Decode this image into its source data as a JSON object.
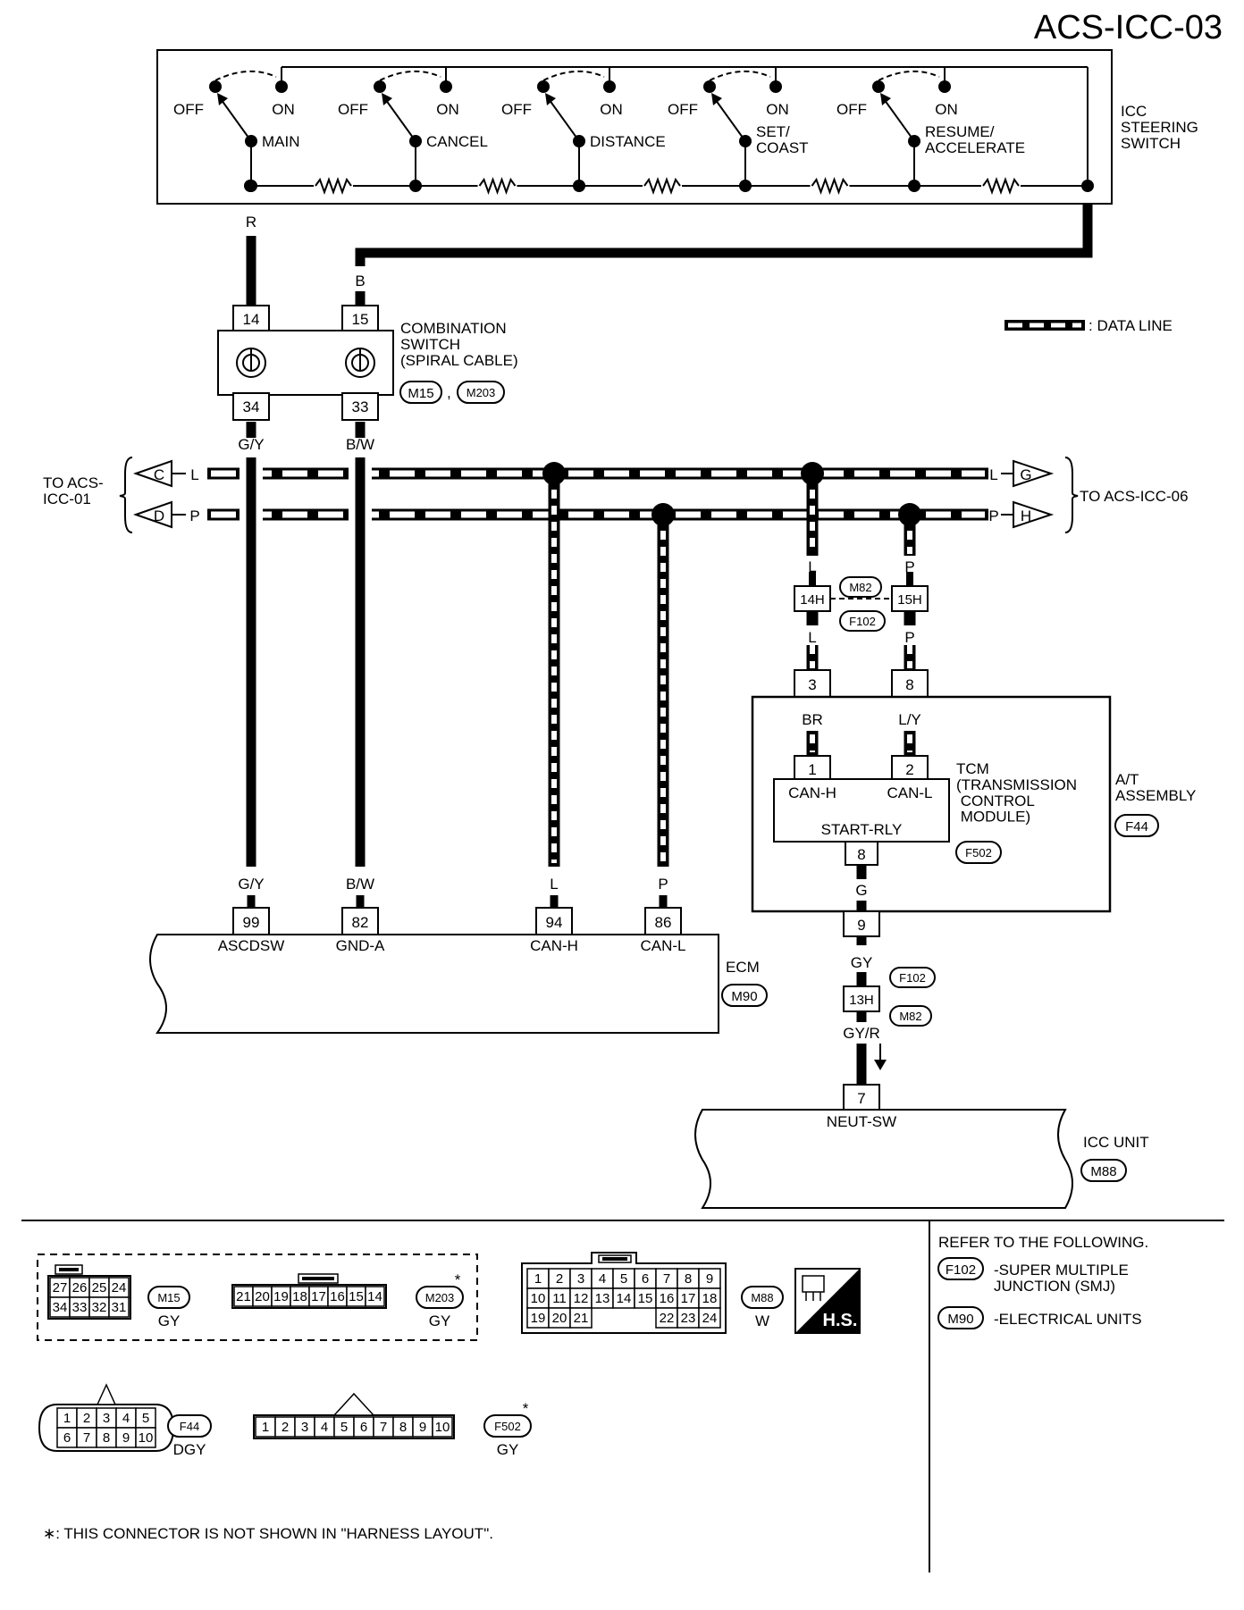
{
  "page_id": "ACS-ICC-03",
  "steering_switch": {
    "name": "ICC\nSTEERING\nSWITCH",
    "off": "OFF",
    "on": "ON",
    "switches": [
      "MAIN",
      "CANCEL",
      "DISTANCE",
      "SET/\nCOAST",
      "RESUME/\nACCELERATE"
    ],
    "wire_left": "R",
    "wire_right": "B"
  },
  "combination_switch": {
    "name": "COMBINATION\nSWITCH\n(SPIRAL CABLE)",
    "connectors": [
      "M15",
      "M203"
    ],
    "terms_top": [
      "14",
      "15"
    ],
    "terms_bottom": [
      "34",
      "33"
    ],
    "wire_top": "B",
    "wires_bottom": [
      "G/Y",
      "B/W"
    ]
  },
  "legend": {
    "data_line": ": DATA LINE"
  },
  "bus": {
    "to_left": "TO ACS-\nICC-01",
    "to_right": "TO ACS-ICC-06",
    "left_arrows": [
      "C",
      "D"
    ],
    "right_arrows": [
      "G",
      "H"
    ],
    "wires": [
      "L",
      "P"
    ]
  },
  "smj": {
    "connectors": [
      "M82",
      "F102"
    ],
    "terms": [
      "14H",
      "15H"
    ],
    "wires": [
      "L",
      "P"
    ],
    "gy_term": "13H",
    "gy_wires": [
      "GY",
      "GY/R"
    ]
  },
  "at_assembly": {
    "name": "A/T\nASSEMBLY",
    "connector": "F44",
    "terms": [
      "3",
      "8"
    ],
    "wires": [
      "BR",
      "L/Y"
    ],
    "out_term": "9",
    "out_wire": "G"
  },
  "tcm": {
    "name": "TCM\n(TRANSMISSION\n CONTROL\n MODULE)",
    "connector": "F502",
    "terms": [
      "1",
      "2"
    ],
    "pins": [
      "CAN-H",
      "CAN-L"
    ],
    "relay": "START-RLY",
    "out_term": "8"
  },
  "ecm": {
    "name": "ECM",
    "connector": "M90",
    "wires": [
      "G/Y",
      "B/W",
      "L",
      "P"
    ],
    "terms": [
      "99",
      "82",
      "94",
      "86"
    ],
    "pins": [
      "ASCDSW",
      "GND-A",
      "CAN-H",
      "CAN-L"
    ]
  },
  "icc_unit": {
    "name": "ICC UNIT",
    "connector": "M88",
    "term": "7",
    "pin": "NEUT-SW"
  },
  "connector_views": {
    "m15": {
      "id": "M15",
      "color": "GY",
      "rows": [
        [
          "27",
          "26",
          "25",
          "24"
        ],
        [
          "34",
          "33",
          "32",
          "31"
        ]
      ]
    },
    "m203": {
      "id": "M203",
      "color": "GY",
      "mark": "*",
      "pins": [
        "21",
        "20",
        "19",
        "18",
        "17",
        "16",
        "15",
        "14"
      ]
    },
    "m88": {
      "id": "M88",
      "color": "W",
      "row1": [
        "1",
        "2",
        "3",
        "4",
        "5",
        "6",
        "7",
        "8",
        "9"
      ],
      "row2": [
        "10",
        "11",
        "12",
        "13",
        "14",
        "15",
        "16",
        "17",
        "18"
      ],
      "row3a": [
        "19",
        "20",
        "21"
      ],
      "row3b": [
        "22",
        "23",
        "24"
      ]
    },
    "hs": "H.S.",
    "f44": {
      "id": "F44",
      "color": "DGY",
      "rows": [
        [
          "1",
          "2",
          "3",
          "4",
          "5"
        ],
        [
          "6",
          "7",
          "8",
          "9",
          "10"
        ]
      ]
    },
    "f502": {
      "id": "F502",
      "color": "GY",
      "mark": "*",
      "pins": [
        "1",
        "2",
        "3",
        "4",
        "5",
        "6",
        "7",
        "8",
        "9",
        "10"
      ]
    }
  },
  "refer": {
    "heading": "REFER TO THE FOLLOWING.",
    "items": [
      {
        "conn": "F102",
        "text": "-SUPER MULTIPLE\nJUNCTION (SMJ)"
      },
      {
        "conn": "M90",
        "text": "-ELECTRICAL UNITS"
      }
    ]
  },
  "footnote": "∗: THIS CONNECTOR IS NOT SHOWN IN \"HARNESS LAYOUT\"."
}
